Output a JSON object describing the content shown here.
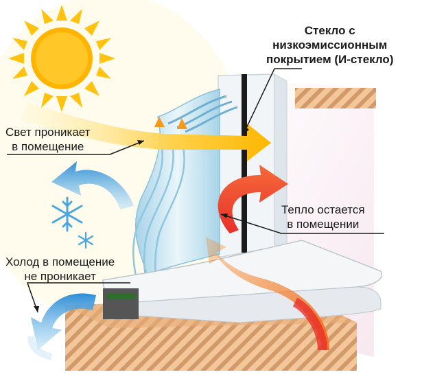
{
  "labels": {
    "low_e_glass": {
      "line1": "Стекло с",
      "line2": "низкоэмиссионным",
      "line3": "покрытием (И-стекло)"
    },
    "light_enters": {
      "line1": "Свет проникает",
      "line2": "в помещение"
    },
    "heat_stays": {
      "line1": "Тепло остается",
      "line2": "в помещении"
    },
    "cold_blocked": {
      "line1": "Холод в помещение",
      "line2": "не проникает"
    }
  },
  "colors": {
    "sun": "#ffc20e",
    "light_arrow": "#ffcc33",
    "heat_arrow": "#e8302a",
    "warm_arrow": "#f36f21",
    "cold_arrow": "#4aa6e0",
    "wall": "#f3c79a",
    "wall_stripe": "#c98a5a",
    "frame": "#f2f5f7",
    "glass": "#bfe0ef"
  },
  "icons": [
    "sun-icon",
    "snowflake-icon"
  ]
}
